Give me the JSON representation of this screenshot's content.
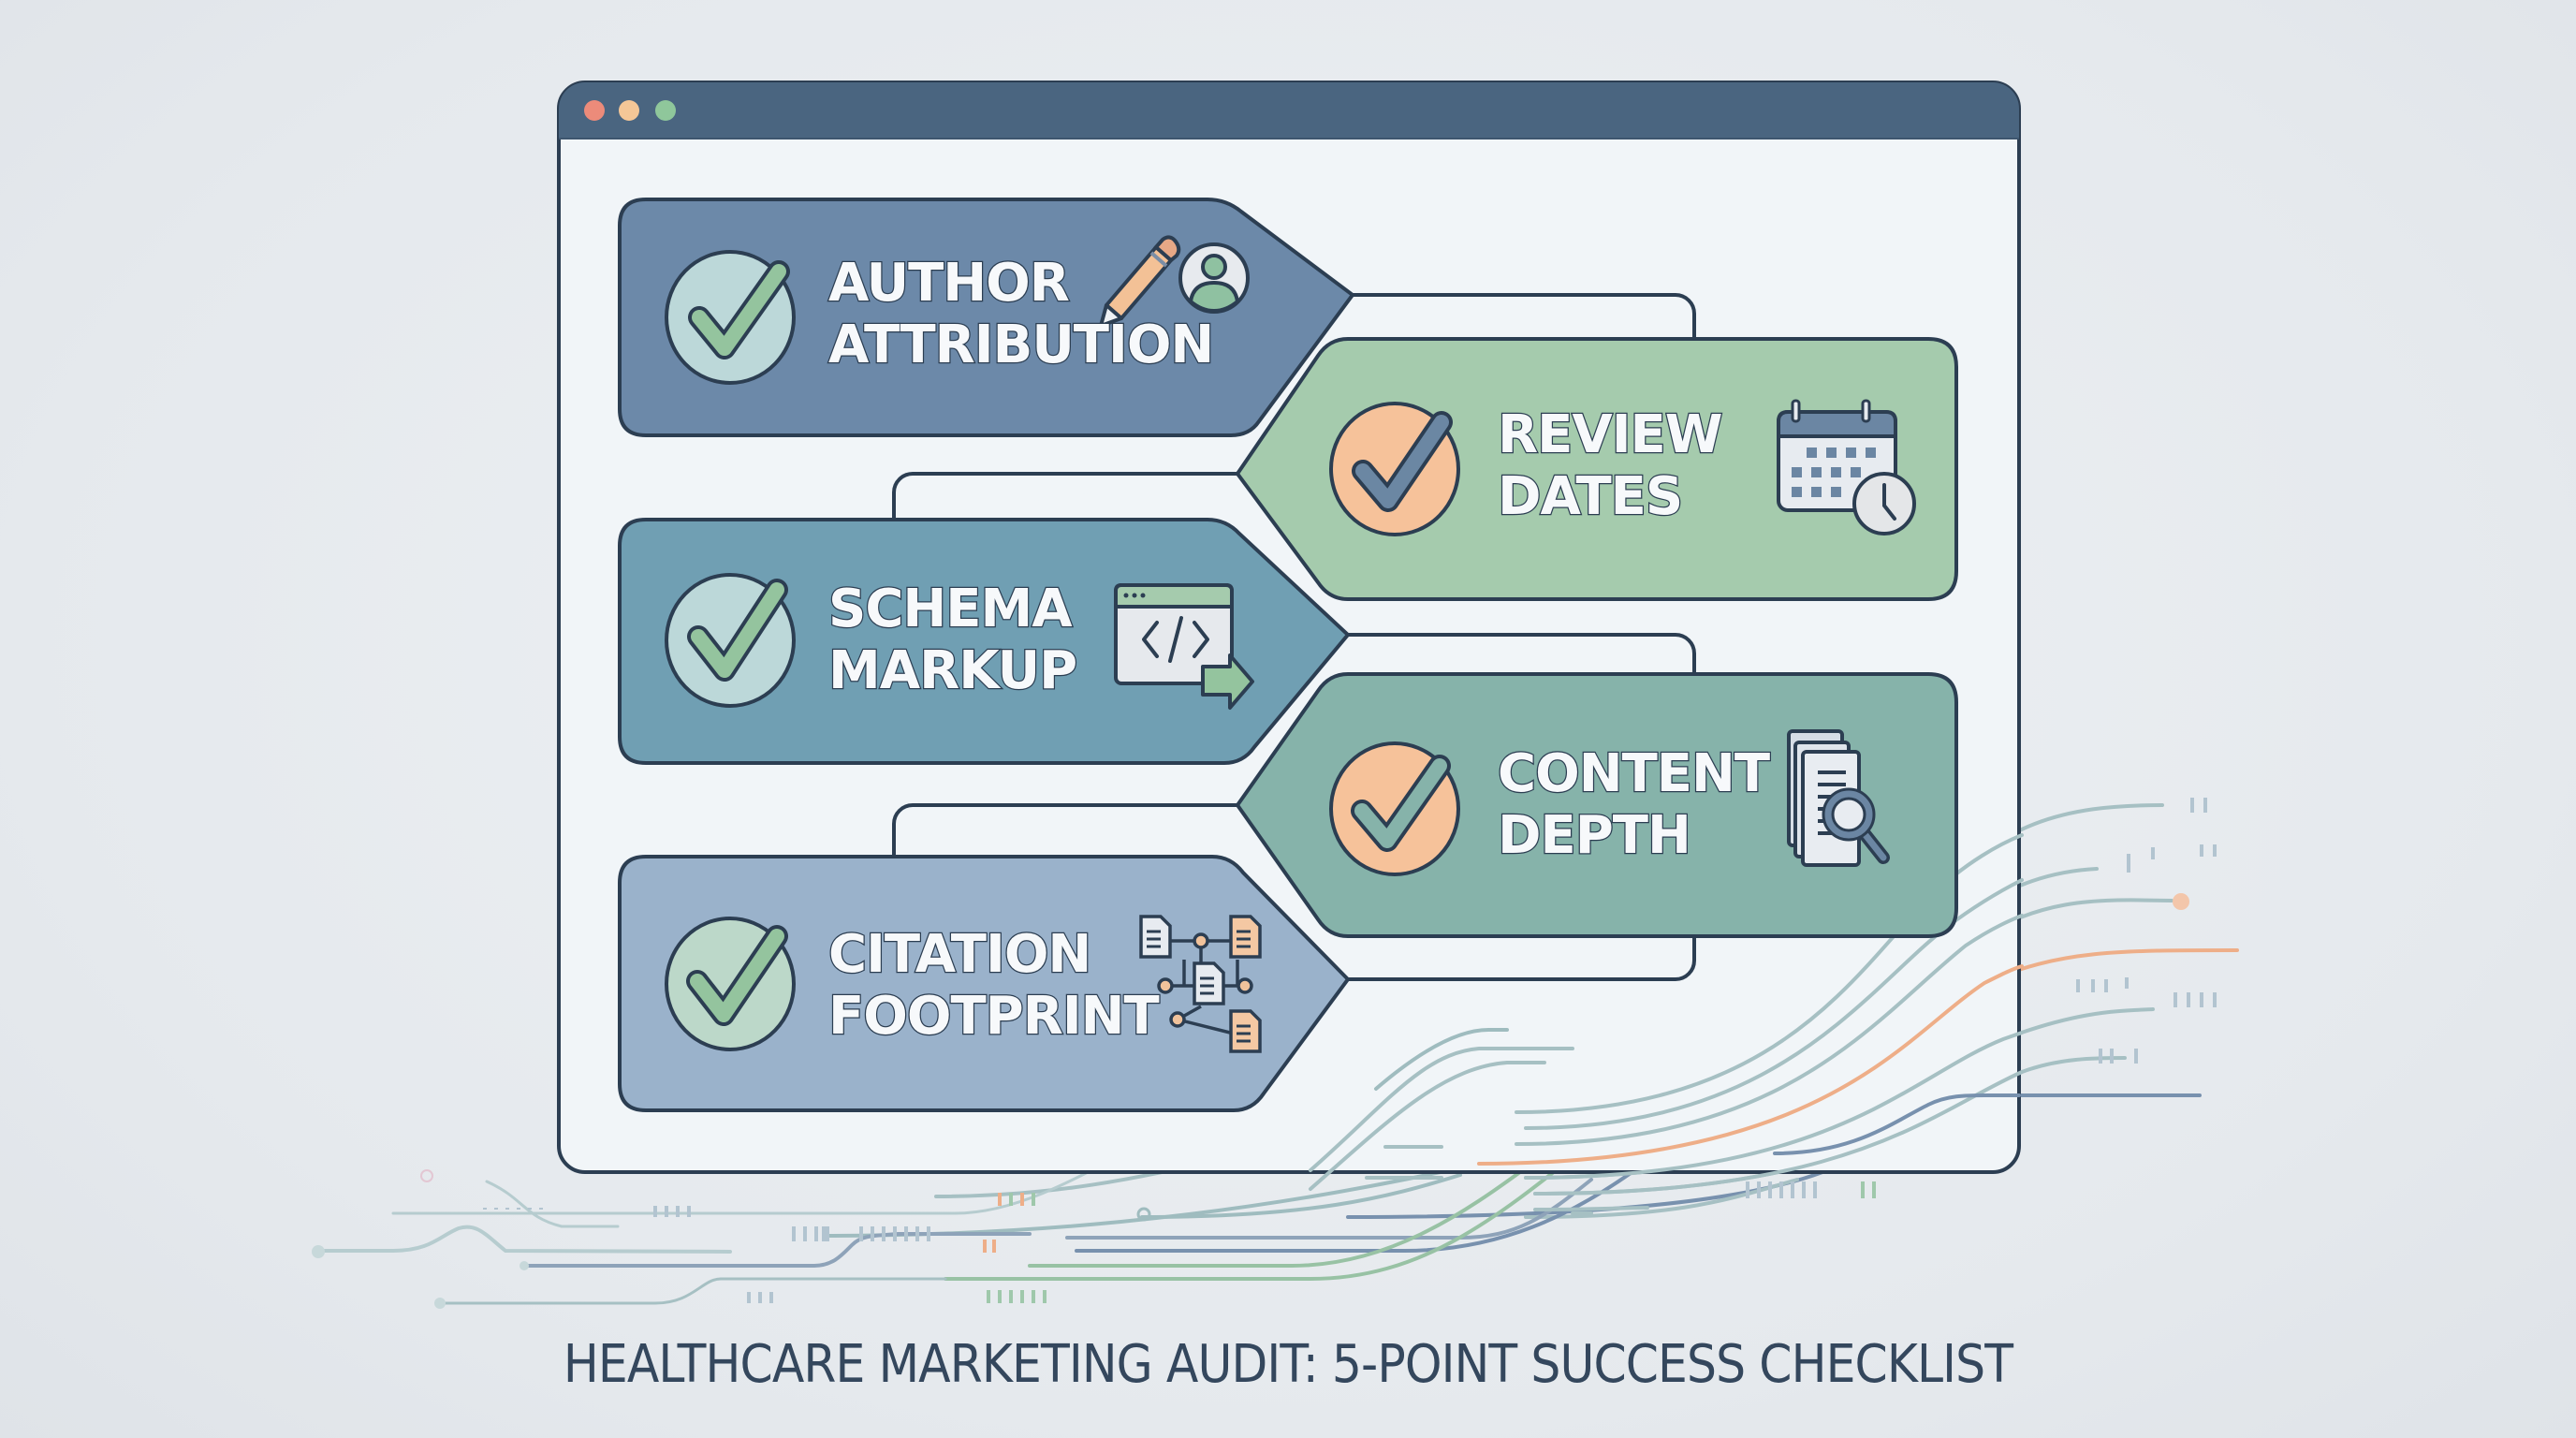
{
  "window": {
    "titlebar_buttons": [
      {
        "name": "close",
        "color": "#ec8b7a"
      },
      {
        "name": "minimize",
        "color": "#f5c797"
      },
      {
        "name": "maximize",
        "color": "#8fc79b"
      }
    ],
    "titlebar_color": "#4a6580",
    "body_color": "#f1f5f8",
    "outline_color": "#2c3e52"
  },
  "checklist": {
    "items": [
      {
        "index": 1,
        "line1": "AUTHOR",
        "line2": "ATTRIBUTION",
        "icon": "pencil-user-icon",
        "check_style": "green-on-mint",
        "card_color": "#6c89a9",
        "side": "left"
      },
      {
        "index": 2,
        "line1": "REVIEW",
        "line2": "DATES",
        "icon": "calendar-clock-icon",
        "check_style": "slate-on-peach",
        "card_color": "#a5cbad",
        "side": "right"
      },
      {
        "index": 3,
        "line1": "SCHEMA",
        "line2": "MARKUP",
        "icon": "code-window-arrow-icon",
        "check_style": "green-on-mint",
        "card_color": "#709fb3",
        "side": "left"
      },
      {
        "index": 4,
        "line1": "CONTENT",
        "line2": "DEPTH",
        "icon": "documents-magnifier-icon",
        "check_style": "slate-on-peach",
        "card_color": "#86b3aa",
        "side": "right"
      },
      {
        "index": 5,
        "line1": "CITATION",
        "line2": "FOOTPRINT",
        "icon": "document-network-icon",
        "check_style": "green-on-mint",
        "card_color": "#9ab2cb",
        "side": "left"
      }
    ]
  },
  "colors": {
    "check_green": "#94c49e",
    "check_mint_bg": "#bcd8d9",
    "check_peach_bg": "#f6c29a",
    "check_slate": "#6b87a3",
    "accent_orange": "#eea57e",
    "circuit_teal": "#9fbcbf",
    "circuit_blue": "#6d86a6",
    "circuit_green": "#98c2a4"
  },
  "footer": {
    "title": "HEALTHCARE MARKETING AUDIT: 5-POINT SUCCESS CHECKLIST"
  }
}
